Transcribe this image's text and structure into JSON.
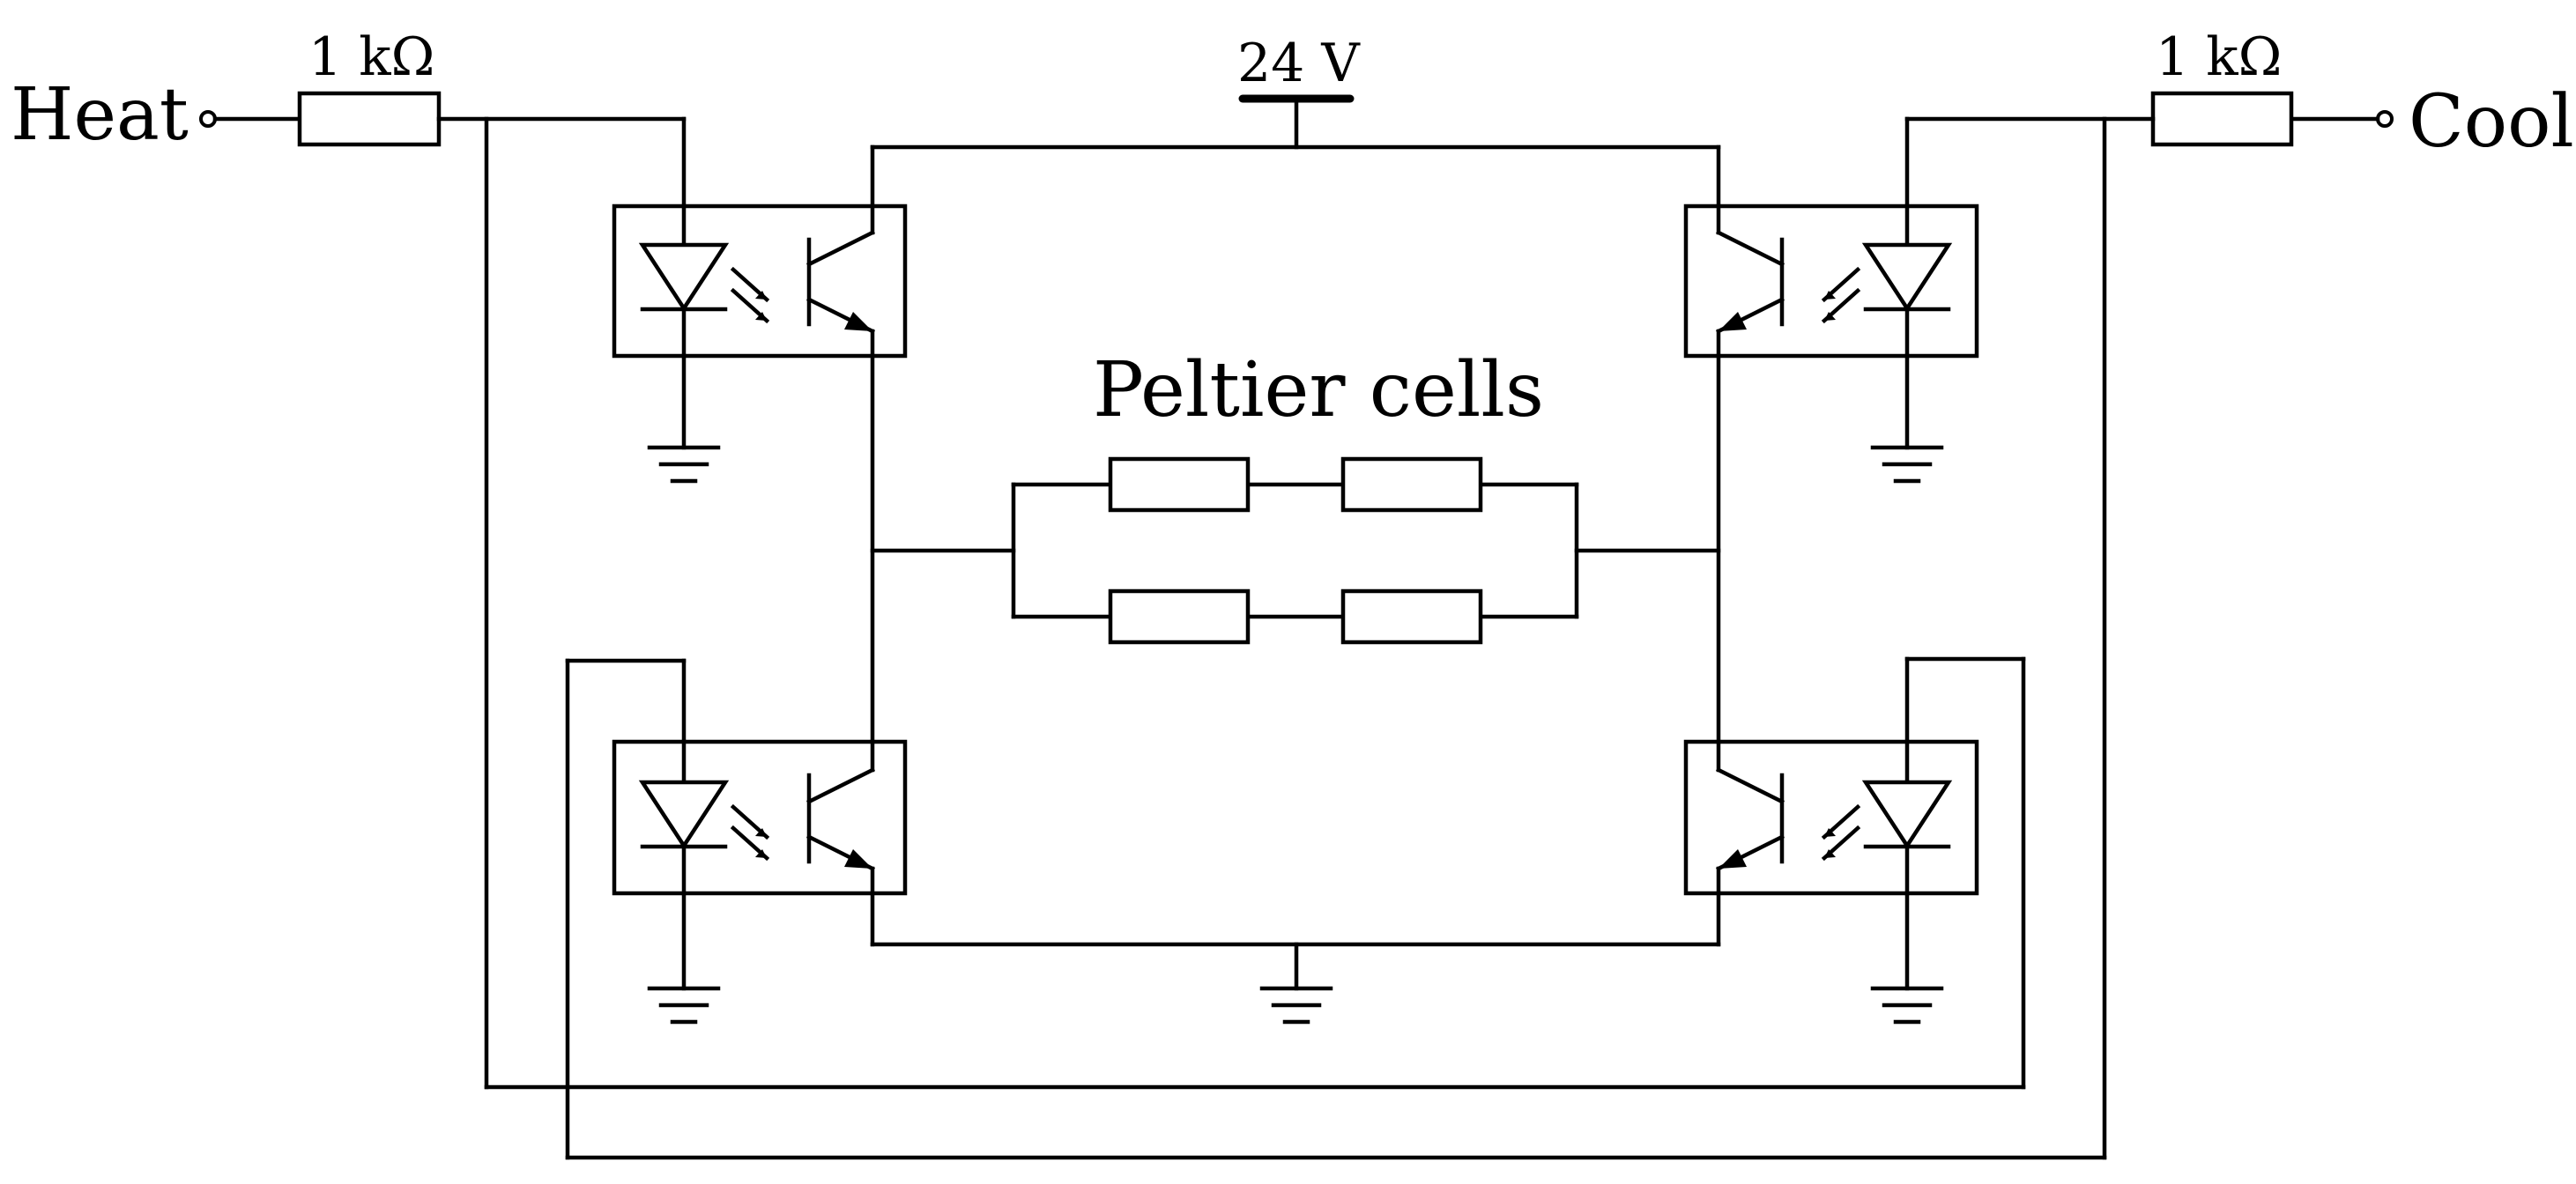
{
  "diagram": {
    "title": "Peltier cells",
    "supply_label": "24 V",
    "inputs": {
      "heat": {
        "label": "Heat",
        "resistor": "1 kΩ"
      },
      "cool": {
        "label": "Cool",
        "resistor": "1 kΩ"
      }
    },
    "components": {
      "optocouplers": [
        "top-left",
        "top-right",
        "bottom-left",
        "bottom-right"
      ],
      "peltier_cells": 4,
      "grounds": 5
    },
    "colors": {
      "line": "#000000",
      "background": "#ffffff"
    }
  }
}
